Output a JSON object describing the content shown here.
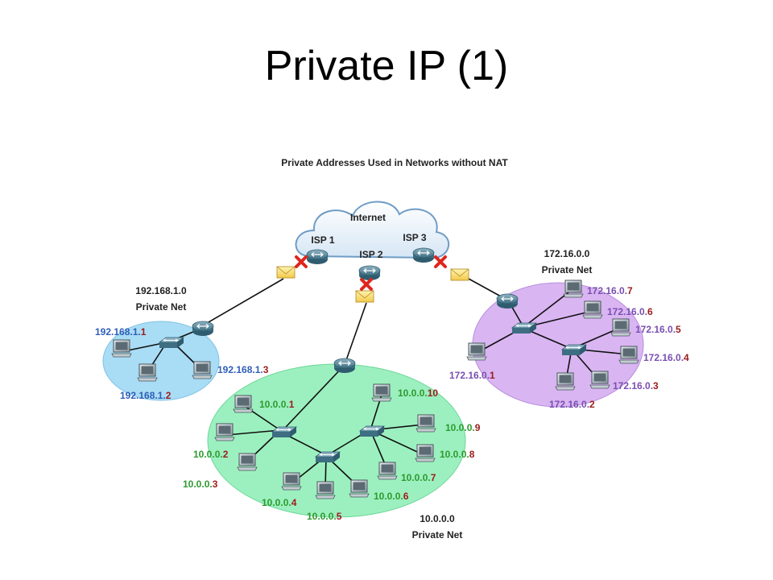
{
  "slide": {
    "title": "Private IP (1)"
  },
  "figure": {
    "caption": "Private Addresses Used in Networks without NAT",
    "cloud_label": "Internet",
    "isps": {
      "isp1": "ISP 1",
      "isp2": "ISP 2",
      "isp3": "ISP 3"
    },
    "nets": {
      "left": {
        "address": "192.168.1.0",
        "name": "Private Net"
      },
      "right": {
        "address": "172.16.0.0",
        "name": "Private Net"
      },
      "bottom": {
        "address": "10.0.0.0",
        "name": "Private Net"
      }
    },
    "hosts": {
      "h192_1": {
        "prefix": "192.168.1.",
        "suffix": "1"
      },
      "h192_2": {
        "prefix": "192.168.1.",
        "suffix": "2"
      },
      "h192_3": {
        "prefix": "192.168.1.",
        "suffix": "3"
      },
      "h10_1": {
        "prefix": "10.0.0.",
        "suffix": "1"
      },
      "h10_2": {
        "prefix": "10.0.0.",
        "suffix": "2"
      },
      "h10_3": {
        "prefix": "10.0.0.",
        "suffix": "3"
      },
      "h10_4": {
        "prefix": "10.0.0.",
        "suffix": "4"
      },
      "h10_5": {
        "prefix": "10.0.0.",
        "suffix": "5"
      },
      "h10_6": {
        "prefix": "10.0.0.",
        "suffix": "6"
      },
      "h10_7": {
        "prefix": "10.0.0.",
        "suffix": "7"
      },
      "h10_8": {
        "prefix": "10.0.0.",
        "suffix": "8"
      },
      "h10_9": {
        "prefix": "10.0.0.",
        "suffix": "9"
      },
      "h10_10": {
        "prefix": "10.0.0.",
        "suffix": "10"
      },
      "h172_1": {
        "prefix": "172.16.0.",
        "suffix": "1"
      },
      "h172_2": {
        "prefix": "172.16.0.",
        "suffix": "2"
      },
      "h172_3": {
        "prefix": "172.16.0.",
        "suffix": "3"
      },
      "h172_4": {
        "prefix": "172.16.0.",
        "suffix": "4"
      },
      "h172_5": {
        "prefix": "172.16.0.",
        "suffix": "5"
      },
      "h172_6": {
        "prefix": "172.16.0.",
        "suffix": "6"
      },
      "h172_7": {
        "prefix": "172.16.0.",
        "suffix": "7"
      }
    }
  },
  "colors": {
    "net_192": "#2f5fb8",
    "net_10": "#2e9a2e",
    "net_172": "#7a4fb0",
    "blocked_x": "#e0251b",
    "zone_192": "#a9dcf5",
    "zone_10": "#9cf0bf",
    "zone_172": "#d9b5f2"
  },
  "icons": [
    "router-icon",
    "switch-icon",
    "pc-icon",
    "envelope-icon",
    "blocked-x-icon",
    "cloud-icon"
  ]
}
